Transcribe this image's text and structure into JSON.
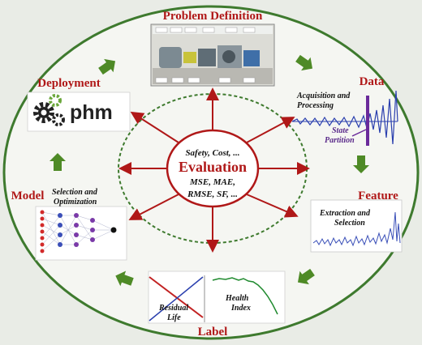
{
  "labels": {
    "problem_definition": "Problem Definition",
    "data": "Data",
    "feature": "Feature",
    "label": "Label",
    "model": "Model",
    "deployment": "Deployment"
  },
  "notes": {
    "acquisition_line1": "Acquisition and",
    "acquisition_line2": "Processing",
    "state_line1": "State",
    "state_line2": "Partition",
    "extraction_line1": "Extraction and",
    "extraction_line2": "Selection",
    "health_line1": "Health",
    "health_line2": "Index",
    "residual_line1": "Residual",
    "residual_line2": "Life",
    "selection_line1": "Selection and",
    "selection_line2": "Optimization",
    "phm": "phm"
  },
  "evaluation": {
    "title": "Evaluation",
    "line1": "Safety, Cost, ...",
    "line2": "MSE, MAE,",
    "line3": "RMSE, SF, ..."
  },
  "colors": {
    "outer_ring": "#3e7a2e",
    "accent_red": "#b01818",
    "arrow_green": "#4e8a26",
    "signal_blue": "#2a3fae",
    "partition_purple": "#6a2a9a"
  }
}
